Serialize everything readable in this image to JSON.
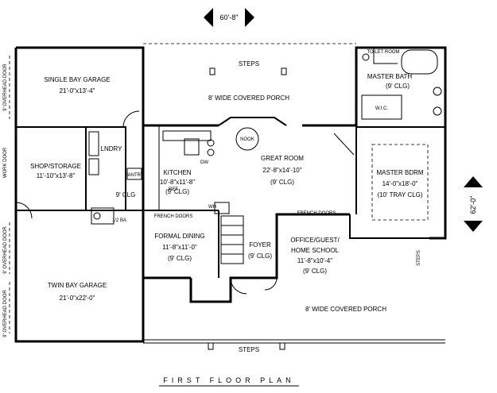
{
  "dimensions": {
    "top_width": "60'-8\"",
    "right_depth": "62'-0\""
  },
  "porches": {
    "rear_steps": "STEPS",
    "rear_porch": "8' WIDE COVERED PORCH",
    "front_porch": "8' WIDE COVERED PORCH",
    "front_steps": "STEPS",
    "right_steps": "STEPS"
  },
  "rooms": {
    "single_garage": {
      "name": "SINGLE BAY GARAGE",
      "size": "21'-0\"x13'-4\""
    },
    "shop_storage": {
      "name": "SHOP/STORAGE",
      "size": "11'-10\"x13'-8\""
    },
    "laundry": {
      "name": "LNDRY"
    },
    "half_bath": {
      "name": "1/2 BA"
    },
    "closet_9": {
      "name": "9' CLG"
    },
    "kitchen": {
      "name": "KITCHEN",
      "size": "10'-8\"x11'-8\"",
      "ceiling": "(9' CLG)"
    },
    "nook": {
      "name": "NOOK"
    },
    "great_room": {
      "name": "GREAT ROOM",
      "size": "22'-8\"x14'-10\"",
      "ceiling": "(9' CLG)"
    },
    "master_bath": {
      "name": "MASTER BATH",
      "ceiling": "(9' CLG)"
    },
    "toilet": {
      "name": "TOILET ROOM"
    },
    "wic": {
      "name": "W.I.C."
    },
    "master_bedroom": {
      "name": "MASTER BDRM",
      "size": "14'-0\"x18'-0\"",
      "ceiling": "(10' TRAY CLG)"
    },
    "formal_dining": {
      "name": "FORMAL DINING",
      "size": "11'-8\"x11'-0\"",
      "ceiling": "(9' CLG)"
    },
    "foyer": {
      "name": "FOYER",
      "ceiling": "(9' CLG)"
    },
    "office": {
      "name": "OFFICE/GUEST/",
      "name2": "HOME SCHOOL",
      "size": "11'-8\"x10'-4\"",
      "ceiling": "(9' CLG)"
    },
    "twin_garage": {
      "name": "TWIN BAY GARAGE",
      "size": "21'-0\"x22'-0\""
    }
  },
  "doors": {
    "french_doors_dining": "FRENCH DOORS",
    "french_doors_office": "FRENCH DOORS",
    "pantry": "PANTRY",
    "garage_door_single": "9' OVERHEAD DOOR",
    "garage_door_shop": "WORK DOOR",
    "garage_door_twin1": "9' OVERHEAD DOOR",
    "garage_door_twin2": "9' OVERHEAD DOOR",
    "ref": "REF",
    "dw": "DW",
    "wh": "WH"
  },
  "title": "FIRST FLOOR PLAN"
}
